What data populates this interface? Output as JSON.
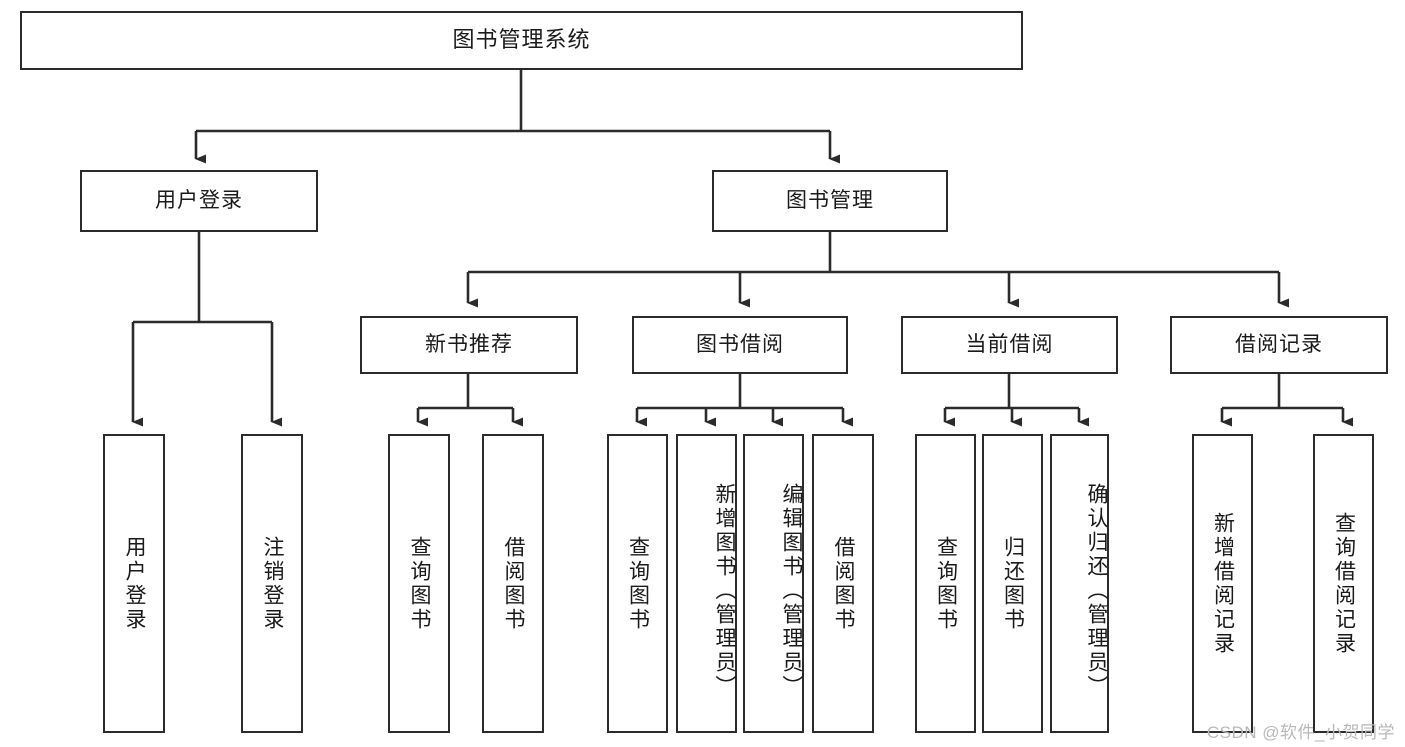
{
  "diagram": {
    "type": "tree-hierarchy",
    "title": "图书管理系统",
    "watermark": "CSDN @软件_小贺同学",
    "colors": {
      "box_border": "#2b2b2b",
      "box_fill": "#ffffff",
      "connector": "#2b2b2b",
      "text": "#1a1a1a",
      "watermark": "#b8b8b8"
    },
    "root": {
      "label": "图书管理系统"
    },
    "level2": [
      {
        "label": "用户登录"
      },
      {
        "label": "图书管理"
      }
    ],
    "level3": [
      {
        "label": "新书推荐"
      },
      {
        "label": "图书借阅"
      },
      {
        "label": "当前借阅"
      },
      {
        "label": "借阅记录"
      }
    ],
    "leaves": {
      "user_login": [
        {
          "label": "用户登录"
        },
        {
          "label": "注销登录"
        }
      ],
      "new_book": [
        {
          "label": "查询图书"
        },
        {
          "label": "借阅图书"
        }
      ],
      "book_borrow": [
        {
          "label": "查询图书"
        },
        {
          "label": "新增图书（管理员）"
        },
        {
          "label": "编辑图书（管理员）"
        },
        {
          "label": "借阅图书"
        }
      ],
      "current_borrow": [
        {
          "label": "查询图书"
        },
        {
          "label": "归还图书"
        },
        {
          "label": "确认归还（管理员）"
        }
      ],
      "borrow_record": [
        {
          "label": "新增借阅记录"
        },
        {
          "label": "查询借阅记录"
        }
      ]
    }
  }
}
